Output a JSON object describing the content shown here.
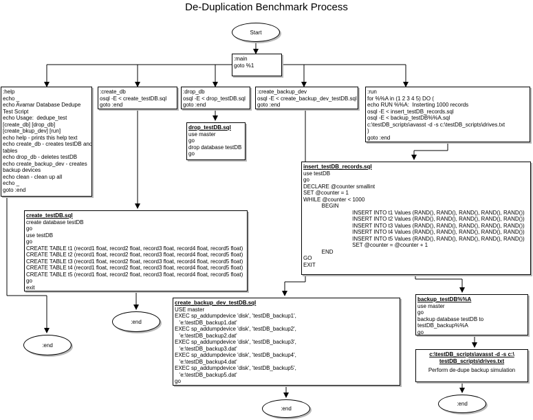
{
  "title": "De-Duplication Benchmark Process",
  "start": "Start",
  "main": ":main\ngoto %1",
  "help": ":help\necho _\necho Avamar Database Dedupe\nTest Script\necho Usage:  dedupe_test\n[create_db] [drop_db]\n[create_bkup_dev] [run]\necho help - prints this help text\necho create_db - creates testDB and\ntables\necho drop_db - deletes testDB\necho create_backup_dev - creates\nbackup devices\necho clean - clean up all\necho _\ngoto :end",
  "create_db": ":create_db\nosql -E < create_testDB.sql\ngoto :end",
  "drop_db": ":drop_db\nosql -E < drop_testDB.sql\ngoto :end",
  "drop_sql": {
    "header": "drop_testDB.sql",
    "body": "use master\ngo\ndrop database testDB\ngo"
  },
  "create_backup_dev": ":create_backup_dev\nosql -E < create_backup_dev_testDB.sql\ngoto :end",
  "run": ":run\nfor %%A in (1 2 3 4 5) DO (\necho RUN %%A:  Insterting 1000 records\nosql -E < insert_testDB_records.sql\nosql -E < backup_testDB%%A.sql\nc:\\testDB_scripts\\avasst -d -s c:\\testDB_scripts\\drives.txt\n)\ngoto :end",
  "create_sql": {
    "header": "create_testDB.sql",
    "body": "create database testDB\ngo\nuse testDB\ngo\nCREATE TABLE t1 (record1 float, record2 float, record3 float, record4 float, record5 float)\nCREATE TABLE t2 (record1 float, record2 float, record3 float, record4 float, record5 float)\nCREATE TABLE t3 (record1 float, record2 float, record3 float, record4 float, record5 float)\nCREATE TABLE t4 (record1 float, record2 float, record3 float, record4 float, record5 float)\nCREATE TABLE t5 (record1 float, record2 float, record3 float, record4 float, record5 float)\ngo\nexit"
  },
  "insert_sql": {
    "header": "insert_testDB_records.sql",
    "body": "use testDB\ngo\nDECLARE @counter smallint\nSET @counter = 1\nWHILE @counter < 1000\n            BEGIN\n                                INSERT INTO t1 Values (RAND(), RAND(), RAND(), RAND(), RAND())\n                                INSERT INTO t2 Values (RAND(), RAND(), RAND(), RAND(), RAND())\n                                INSERT INTO t3 Values (RAND(), RAND(), RAND(), RAND(), RAND())\n                                INSERT INTO t4 Values (RAND(), RAND(), RAND(), RAND(), RAND())\n                                INSERT INTO t5 Values (RAND(), RAND(), RAND(), RAND(), RAND())\n                                SET @counter = @counter + 1\n            END\nGO\nEXIT"
  },
  "backup_dev_sql": {
    "header": "create_backup_dev_testDB.sql",
    "body": "USE master\nEXEC sp_addumpdevice 'disk', 'testDB_backup1',\n   'e:\\testDB_backup1.dat'\nEXEC sp_addumpdevice 'disk', 'testDB_backup2',\n   'e:\\testDB_backup2.dat'\nEXEC sp_addumpdevice 'disk', 'testDB_backup3',\n   'e:\\testDB_backup3.dat'\nEXEC sp_addumpdevice 'disk', 'testDB_backup4',\n   'e:\\testDB_backup4.dat'\nEXEC sp_addumpdevice 'disk', 'testDB_backup5',\n   'e:\\testDB_backup5.dat'\ngo"
  },
  "backup_sql": {
    "header": "backup_testDB%%A",
    "body": "use master\ngo\nbackup database testDB to\ntestDB_backup%%A\ngo"
  },
  "avasst": {
    "header": "c:\\testDB_scripts\\avasst -d -s c:\\\ntestDB_scripts\\drives.txt",
    "body": "Perform de-dupe backup simulation"
  },
  "end_label": ":end"
}
